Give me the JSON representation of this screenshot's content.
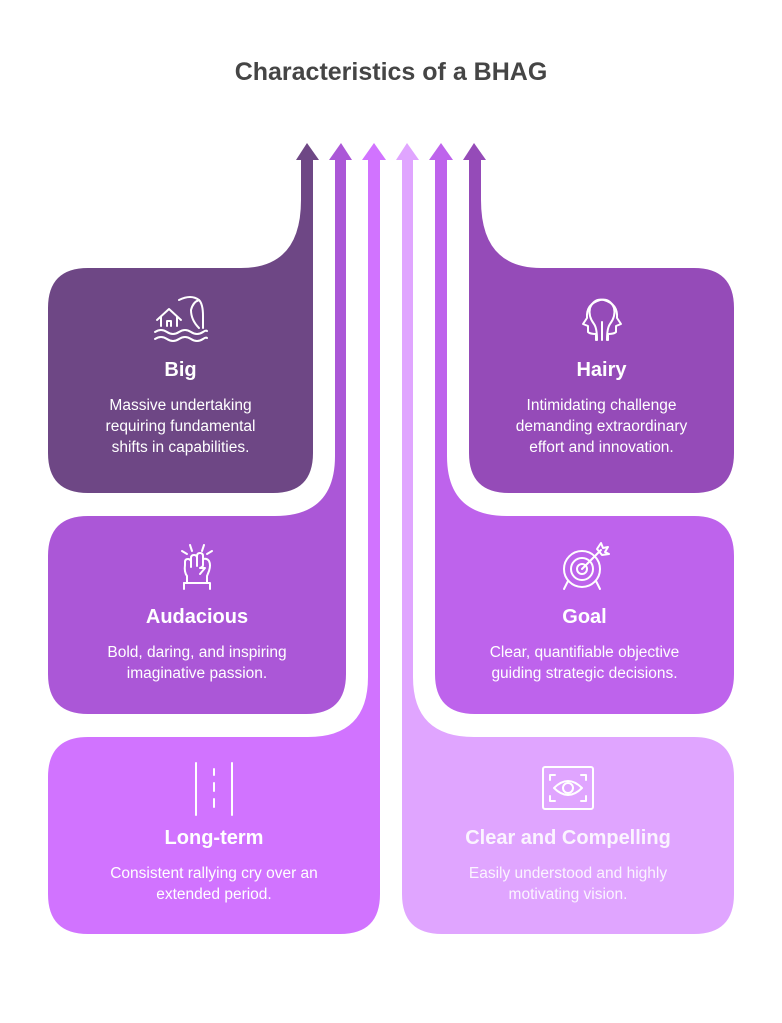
{
  "title": "Characteristics of a BHAG",
  "cards": [
    {
      "id": "big",
      "title": "Big",
      "description_lines": [
        "Massive undertaking",
        "requiring fundamental",
        "shifts in capabilities."
      ],
      "icon": "flood-house-icon",
      "color": "#6e4785"
    },
    {
      "id": "audacious",
      "title": "Audacious",
      "description_lines": [
        "Bold, daring, and inspiring",
        "imaginative passion."
      ],
      "icon": "raised-fist-icon",
      "color": "#ab57d7"
    },
    {
      "id": "long-term",
      "title": "Long-term",
      "description_lines": [
        "Consistent rallying cry over an",
        "extended period."
      ],
      "icon": "road-icon",
      "color": "#d173ff"
    },
    {
      "id": "clear-and-compelling",
      "title": "Clear and Compelling",
      "description_lines": [
        "Easily understood and highly",
        "motivating vision."
      ],
      "icon": "eye-focus-icon",
      "color": "#e0a5ff"
    },
    {
      "id": "goal",
      "title": "Goal",
      "description_lines": [
        "Clear, quantifiable objective",
        "guiding strategic decisions."
      ],
      "icon": "target-arrow-icon",
      "color": "#be63ec"
    },
    {
      "id": "hairy",
      "title": "Hairy",
      "description_lines": [
        "Intimidating challenge",
        "demanding extraordinary",
        "effort and innovation."
      ],
      "icon": "two-heads-icon",
      "color": "#954bb8"
    }
  ]
}
